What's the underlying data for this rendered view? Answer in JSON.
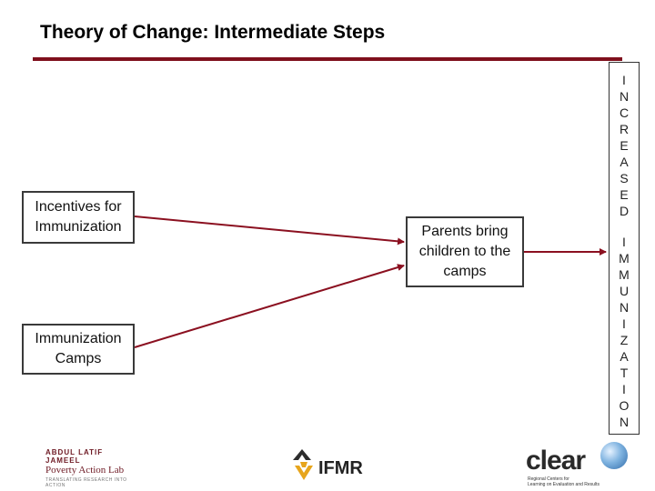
{
  "slide": {
    "title": "Theory of Change: Intermediate Steps"
  },
  "nodes": {
    "incentives": "Incentives for\nImmunization",
    "camps": "Immunization\nCamps",
    "parents": "Parents bring\nchildren to the\ncamps"
  },
  "outcome": {
    "word1": "I\nN\nC\nR\nE\nA\nS\nE\nD",
    "word2": "I\nM\nM\nU\nN\nI\nZ\nA\nT\nI\nO\nN"
  },
  "logos": {
    "jpal_line1": "ABDUL LATIF JAMEEL",
    "jpal_line2": "Poverty Action Lab",
    "jpal_line3": "TRANSLATING RESEARCH INTO ACTION",
    "ifmr_word": "IFMR",
    "clear_word": "clear",
    "clear_sub": "Regional Centers for\nLearning on Evaluation and Results"
  },
  "colors": {
    "accent": "#7f0f1c",
    "arrow": "#8b1020"
  }
}
